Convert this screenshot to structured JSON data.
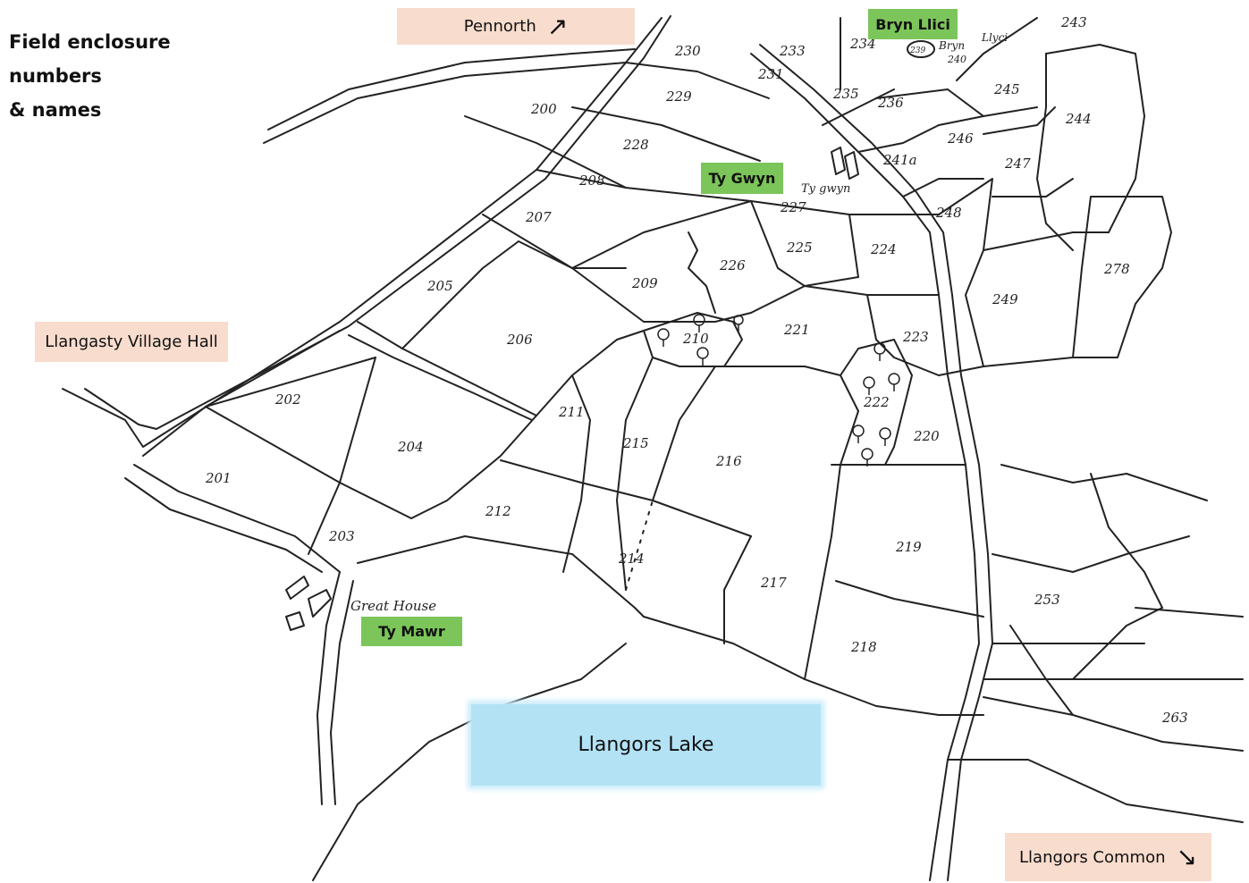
{
  "title": [
    "Field enclosure",
    "numbers",
    "& names"
  ],
  "places": {
    "pennorth": "Pennorth",
    "village_hall": "Llangasty Village Hall",
    "llangors_common": "Llangors Common",
    "lake": "Llangors Lake",
    "bryn_llici": "Bryn Llici",
    "ty_gwyn": "Ty Gwyn",
    "ty_mawr": "Ty Mawr"
  },
  "handwritten": {
    "great_house": "Great House",
    "ty_gwyn": "Ty gwyn",
    "bryn": "Bryn",
    "llyci": "Llyci"
  },
  "fields": [
    "200",
    "201",
    "202",
    "203",
    "204",
    "205",
    "206",
    "207",
    "208",
    "209",
    "210",
    "211",
    "212",
    "214",
    "215",
    "216",
    "217",
    "218",
    "219",
    "220",
    "221",
    "222",
    "223",
    "224",
    "225",
    "226",
    "227",
    "228",
    "229",
    "230",
    "231",
    "233",
    "234",
    "235",
    "236",
    "239",
    "240",
    "241a",
    "243",
    "244",
    "245",
    "246",
    "247",
    "248",
    "249",
    "253",
    "263",
    "278"
  ],
  "colors": {
    "pink": "#f8dccd",
    "green": "#7cc55a",
    "lake": "#b3e2f5",
    "ink": "#222222"
  }
}
